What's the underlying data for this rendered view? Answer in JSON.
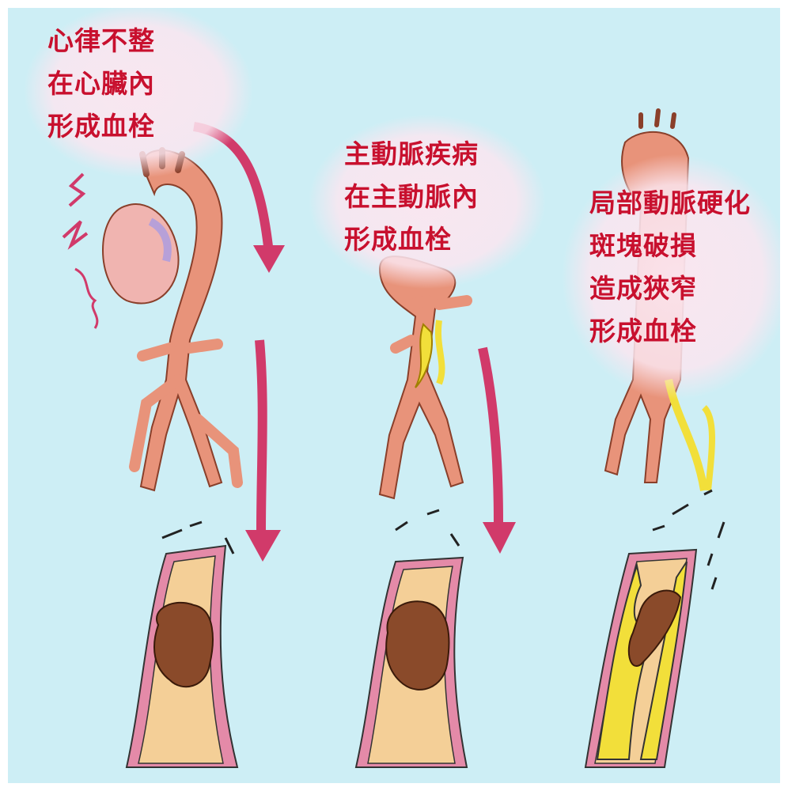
{
  "panels": [
    {
      "lines": [
        "心律不整",
        "在心臟內",
        "形成血栓"
      ]
    },
    {
      "lines": [
        "主動脈疾病",
        "在主動脈內",
        "形成血栓"
      ]
    },
    {
      "lines": [
        "局部動脈硬化",
        "斑塊破損",
        "造成狹窄",
        "形成血栓"
      ]
    }
  ],
  "colors": {
    "background": "#cdeef5",
    "label_text": "#c8102e",
    "artery": "#e8937a",
    "arrow": "#d13a6a",
    "vessel_wall": "#e48aa8",
    "vessel_lumen": "#f4cf97",
    "clot": "#8a4a2a",
    "plaque": "#f2df3a"
  }
}
